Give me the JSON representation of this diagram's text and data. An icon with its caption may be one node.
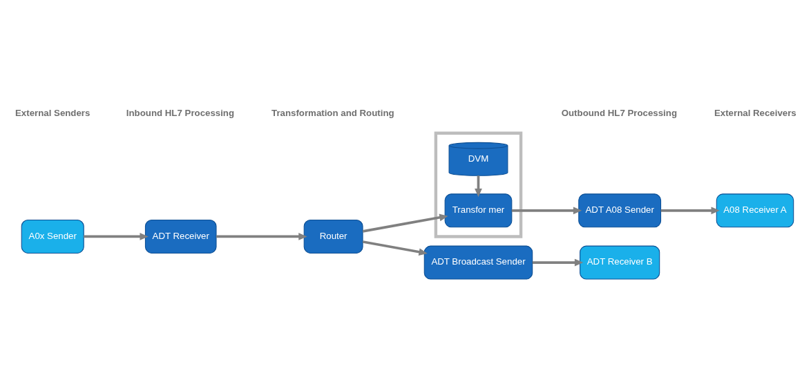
{
  "diagram": {
    "nodes": [
      {
        "text": [
          "A0x Sender"
        ]
      },
      {
        "text": [
          "ADT Receiver"
        ]
      },
      {
        "text": [
          "Router"
        ]
      },
      {
        "text": [],
        "shape": "box"
      },
      {
        "text": [
          "DVM"
        ],
        "in": 3
      },
      {
        "text": [
          "Transfor mer"
        ],
        "in": 3
      },
      {
        "text": [
          "ADT A08 Sender"
        ]
      },
      {
        "text": [
          "A08 Receiver A"
        ]
      },
      {
        "text": [
          "ADT Broadcast Sender"
        ]
      },
      {
        "text": [
          "ADT Receiver B"
        ]
      }
    ],
    "edges": [
      {
        "from": 0,
        "to": 1,
        "arrow": "to"
      },
      {
        "from": 1,
        "to": 2,
        "arrow": "to"
      },
      {
        "from": 2,
        "to": 5,
        "arrow": "to"
      },
      {
        "from": 4,
        "to": 5,
        "arrow": "to"
      },
      {
        "from": 5,
        "to": 6,
        "arrow": "to"
      },
      {
        "from": 6,
        "to": 7,
        "arrow": "to"
      },
      {
        "from": 2,
        "to": 8,
        "arrow": "to"
      },
      {
        "from": 8,
        "to": 9,
        "arrow": "to"
      }
    ],
    "labels": [
      "External Senders",
      "Inbound HL7 Processing",
      "Transformation and Routing",
      "Outbound HL7 Processing",
      "External Receivers"
    ]
  }
}
